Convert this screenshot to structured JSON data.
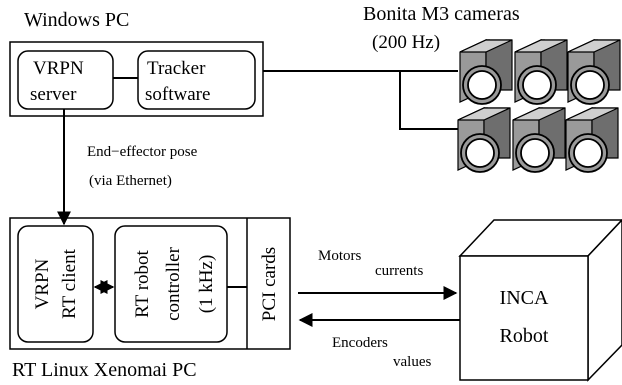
{
  "windows_pc": {
    "title": "Windows PC",
    "vrpn_server": [
      "VRPN",
      "server"
    ],
    "tracker_software": [
      "Tracker",
      "software"
    ]
  },
  "cameras": {
    "title": "Bonita M3 cameras",
    "rate": "(200 Hz)"
  },
  "ethernet_link": {
    "line1": "End−effector pose",
    "line2": "(via Ethernet)"
  },
  "linux_pc": {
    "title": "RT Linux Xenomai PC",
    "vrpn_client": [
      "VRPN",
      "RT client"
    ],
    "robot_controller": [
      "RT robot",
      "controller",
      "(1 kHz)"
    ],
    "pci_cards": "PCI  cards"
  },
  "motors": [
    "Motors",
    "currents"
  ],
  "encoders": [
    "Encoders",
    "values"
  ],
  "robot": [
    "INCA",
    "Robot"
  ]
}
